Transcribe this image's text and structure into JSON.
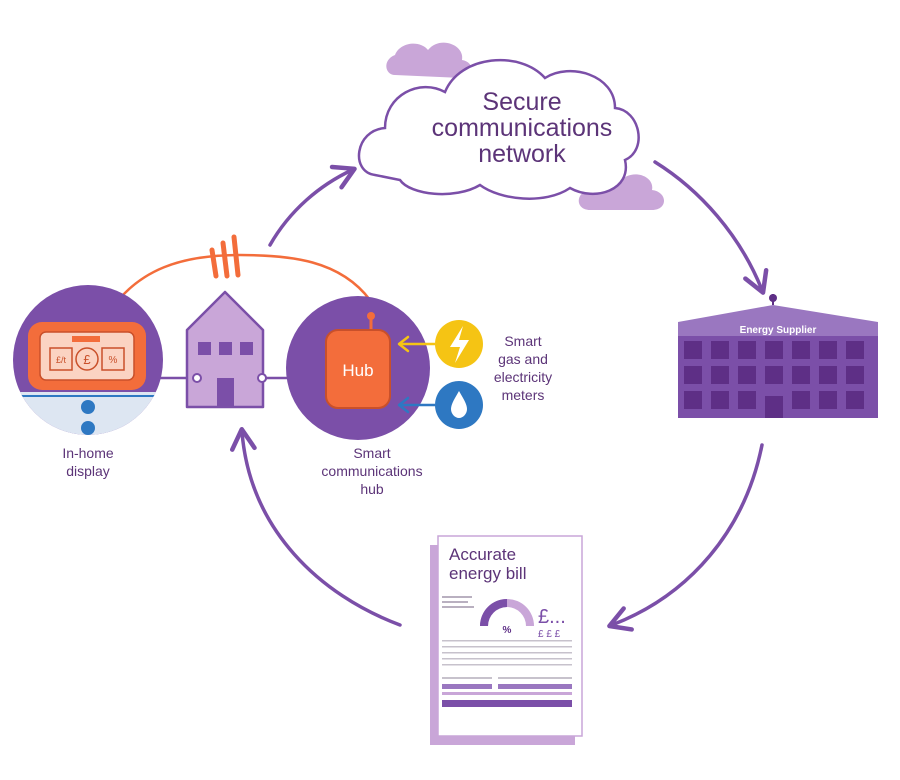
{
  "cloud": {
    "line1": "Secure",
    "line2": "communications",
    "line3": "network"
  },
  "supplier": {
    "sign": "Energy Supplier"
  },
  "bill": {
    "line1": "Accurate",
    "line2": "energy bill",
    "gauge_label": "%",
    "amount": "£...",
    "currency_row": "£  £  £"
  },
  "display": {
    "screen_left": "£/t",
    "screen_mid": "£",
    "screen_right": "%",
    "label1": "In-home",
    "label2": "display"
  },
  "hub": {
    "device_label": "Hub",
    "label1": "Smart",
    "label2": "communications",
    "label3": "hub"
  },
  "meters": {
    "label1": "Smart",
    "label2": "gas and",
    "label3": "electricity",
    "label4": "meters"
  },
  "colors": {
    "purple": "#7b4fa8",
    "purple_dark": "#5e2f86",
    "lavender": "#c9a6d8",
    "orange": "#f36d3b",
    "yellow": "#f5c414",
    "blue": "#2e78c2",
    "text": "#5c3478"
  }
}
